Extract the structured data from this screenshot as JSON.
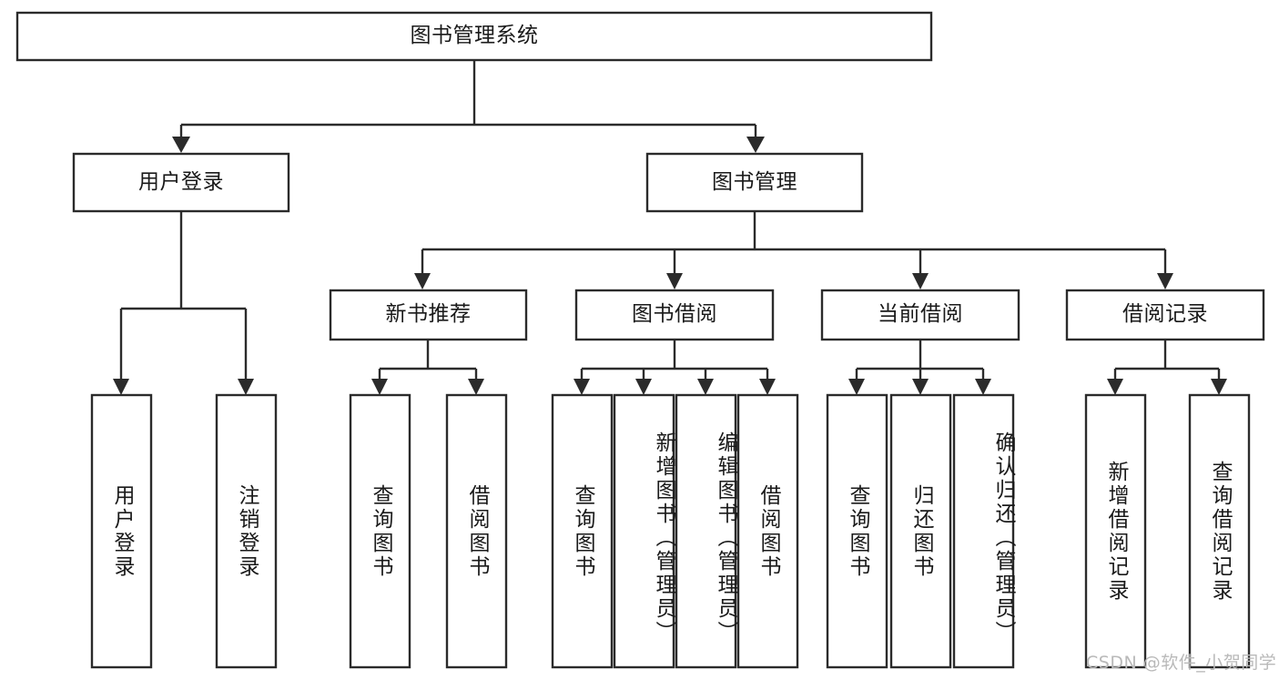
{
  "diagram": {
    "title": "图书管理系统",
    "type": "tree-hierarchy-diagram",
    "colors": {
      "stroke": "#2b2b2b",
      "box_fill": "#ffffff",
      "text": "#1a1a1a",
      "background": "#ffffff",
      "watermark": "#b9b9b9"
    },
    "root": {
      "id": "root",
      "label": "图书管理系统"
    },
    "level2": [
      {
        "id": "user-login",
        "label": "用户登录"
      },
      {
        "id": "book-manage",
        "label": "图书管理"
      }
    ],
    "level3": [
      {
        "id": "new-book-recommend",
        "label": "新书推荐"
      },
      {
        "id": "book-borrow",
        "label": "图书借阅"
      },
      {
        "id": "current-borrow",
        "label": "当前借阅"
      },
      {
        "id": "borrow-record",
        "label": "借阅记录"
      }
    ],
    "leaves": {
      "user_login": [
        {
          "id": "leaf-user-login",
          "label": "用户登录"
        },
        {
          "id": "leaf-logout-login",
          "label": "注销登录"
        }
      ],
      "new_book_recommend": [
        {
          "id": "leaf-query-book-1",
          "label": "查询图书"
        },
        {
          "id": "leaf-borrow-book-1",
          "label": "借阅图书"
        }
      ],
      "book_borrow": [
        {
          "id": "leaf-query-book-2",
          "label": "查询图书"
        },
        {
          "id": "leaf-add-book",
          "label": "新增图书（管理员）"
        },
        {
          "id": "leaf-edit-book",
          "label": "编辑图书（管理员）"
        },
        {
          "id": "leaf-borrow-book-2",
          "label": "借阅图书"
        }
      ],
      "current_borrow": [
        {
          "id": "leaf-query-book-3",
          "label": "查询图书"
        },
        {
          "id": "leaf-return-book",
          "label": "归还图书"
        },
        {
          "id": "leaf-confirm-return",
          "label": "确认归还（管理员）"
        }
      ],
      "borrow_record": [
        {
          "id": "leaf-add-record",
          "label": "新增借阅记录"
        },
        {
          "id": "leaf-query-record",
          "label": "查询借阅记录"
        }
      ]
    },
    "watermark": "CSDN @软件_小贺同学"
  }
}
